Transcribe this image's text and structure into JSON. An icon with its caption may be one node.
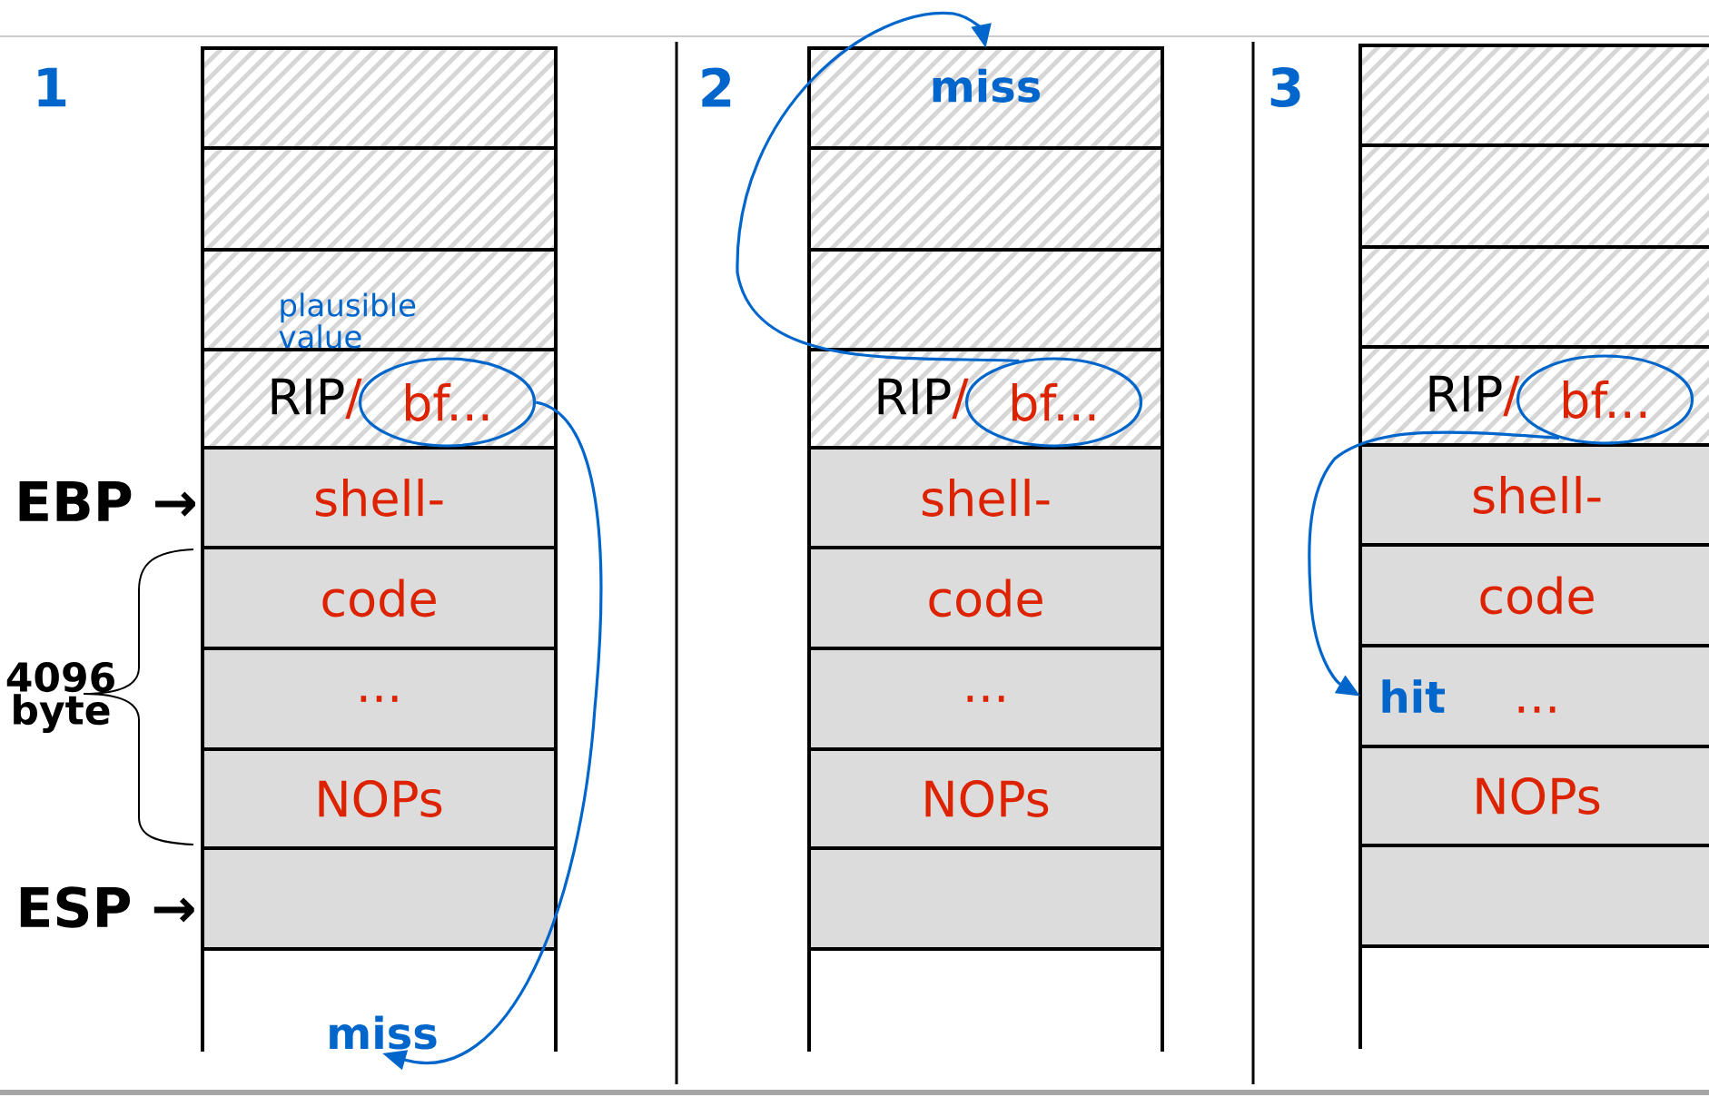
{
  "diagram": {
    "nodes": [
      {
        "text": [],
        "shape": "box"
      },
      {
        "text": [],
        "shape": "box"
      },
      {
        "text": [],
        "shape": "box"
      },
      {
        "text": [
          "RIP",
          "/"
        ]
      },
      {
        "text": [
          "shell-"
        ]
      },
      {
        "text": [
          "code"
        ]
      },
      {
        "text": [
          "..."
        ]
      },
      {
        "text": [
          "NOPs"
        ]
      },
      {
        "text": [],
        "shape": "box"
      },
      {
        "text": [
          "bf..."
        ],
        "in": 3
      },
      {
        "text": [
          "miss"
        ]
      },
      {
        "text": [
          "miss"
        ]
      },
      {
        "text": [],
        "shape": "box"
      },
      {
        "text": [],
        "shape": "box"
      },
      {
        "text": [
          "RIP",
          "/"
        ]
      },
      {
        "text": [
          "shell-"
        ]
      },
      {
        "text": [
          "code"
        ]
      },
      {
        "text": [
          "..."
        ]
      },
      {
        "text": [
          "NOPs"
        ]
      },
      {
        "text": [],
        "shape": "box"
      },
      {
        "text": [
          "bf..."
        ],
        "in": 14
      },
      {
        "text": [],
        "shape": "box"
      },
      {
        "text": [],
        "shape": "box"
      },
      {
        "text": [],
        "shape": "box"
      },
      {
        "text": [
          "RIP",
          "/"
        ]
      },
      {
        "text": [
          "shell-"
        ]
      },
      {
        "text": [
          "code"
        ]
      },
      {
        "text": [
          "hit",
          "..."
        ]
      },
      {
        "text": [
          "NOPs"
        ]
      },
      {
        "text": [],
        "shape": "box"
      },
      {
        "text": [
          "bf..."
        ],
        "in": 24
      }
    ],
    "edges": [
      {
        "from": 9,
        "to": 10,
        "arrow": "to"
      },
      {
        "from": 20,
        "to": 11,
        "arrow": "to"
      },
      {
        "from": 30,
        "to": 27,
        "arrow": "to"
      }
    ],
    "labels": [
      "1",
      "2",
      "3",
      "plausible value",
      "EBP →",
      "4096 byte",
      "ESP →"
    ]
  }
}
